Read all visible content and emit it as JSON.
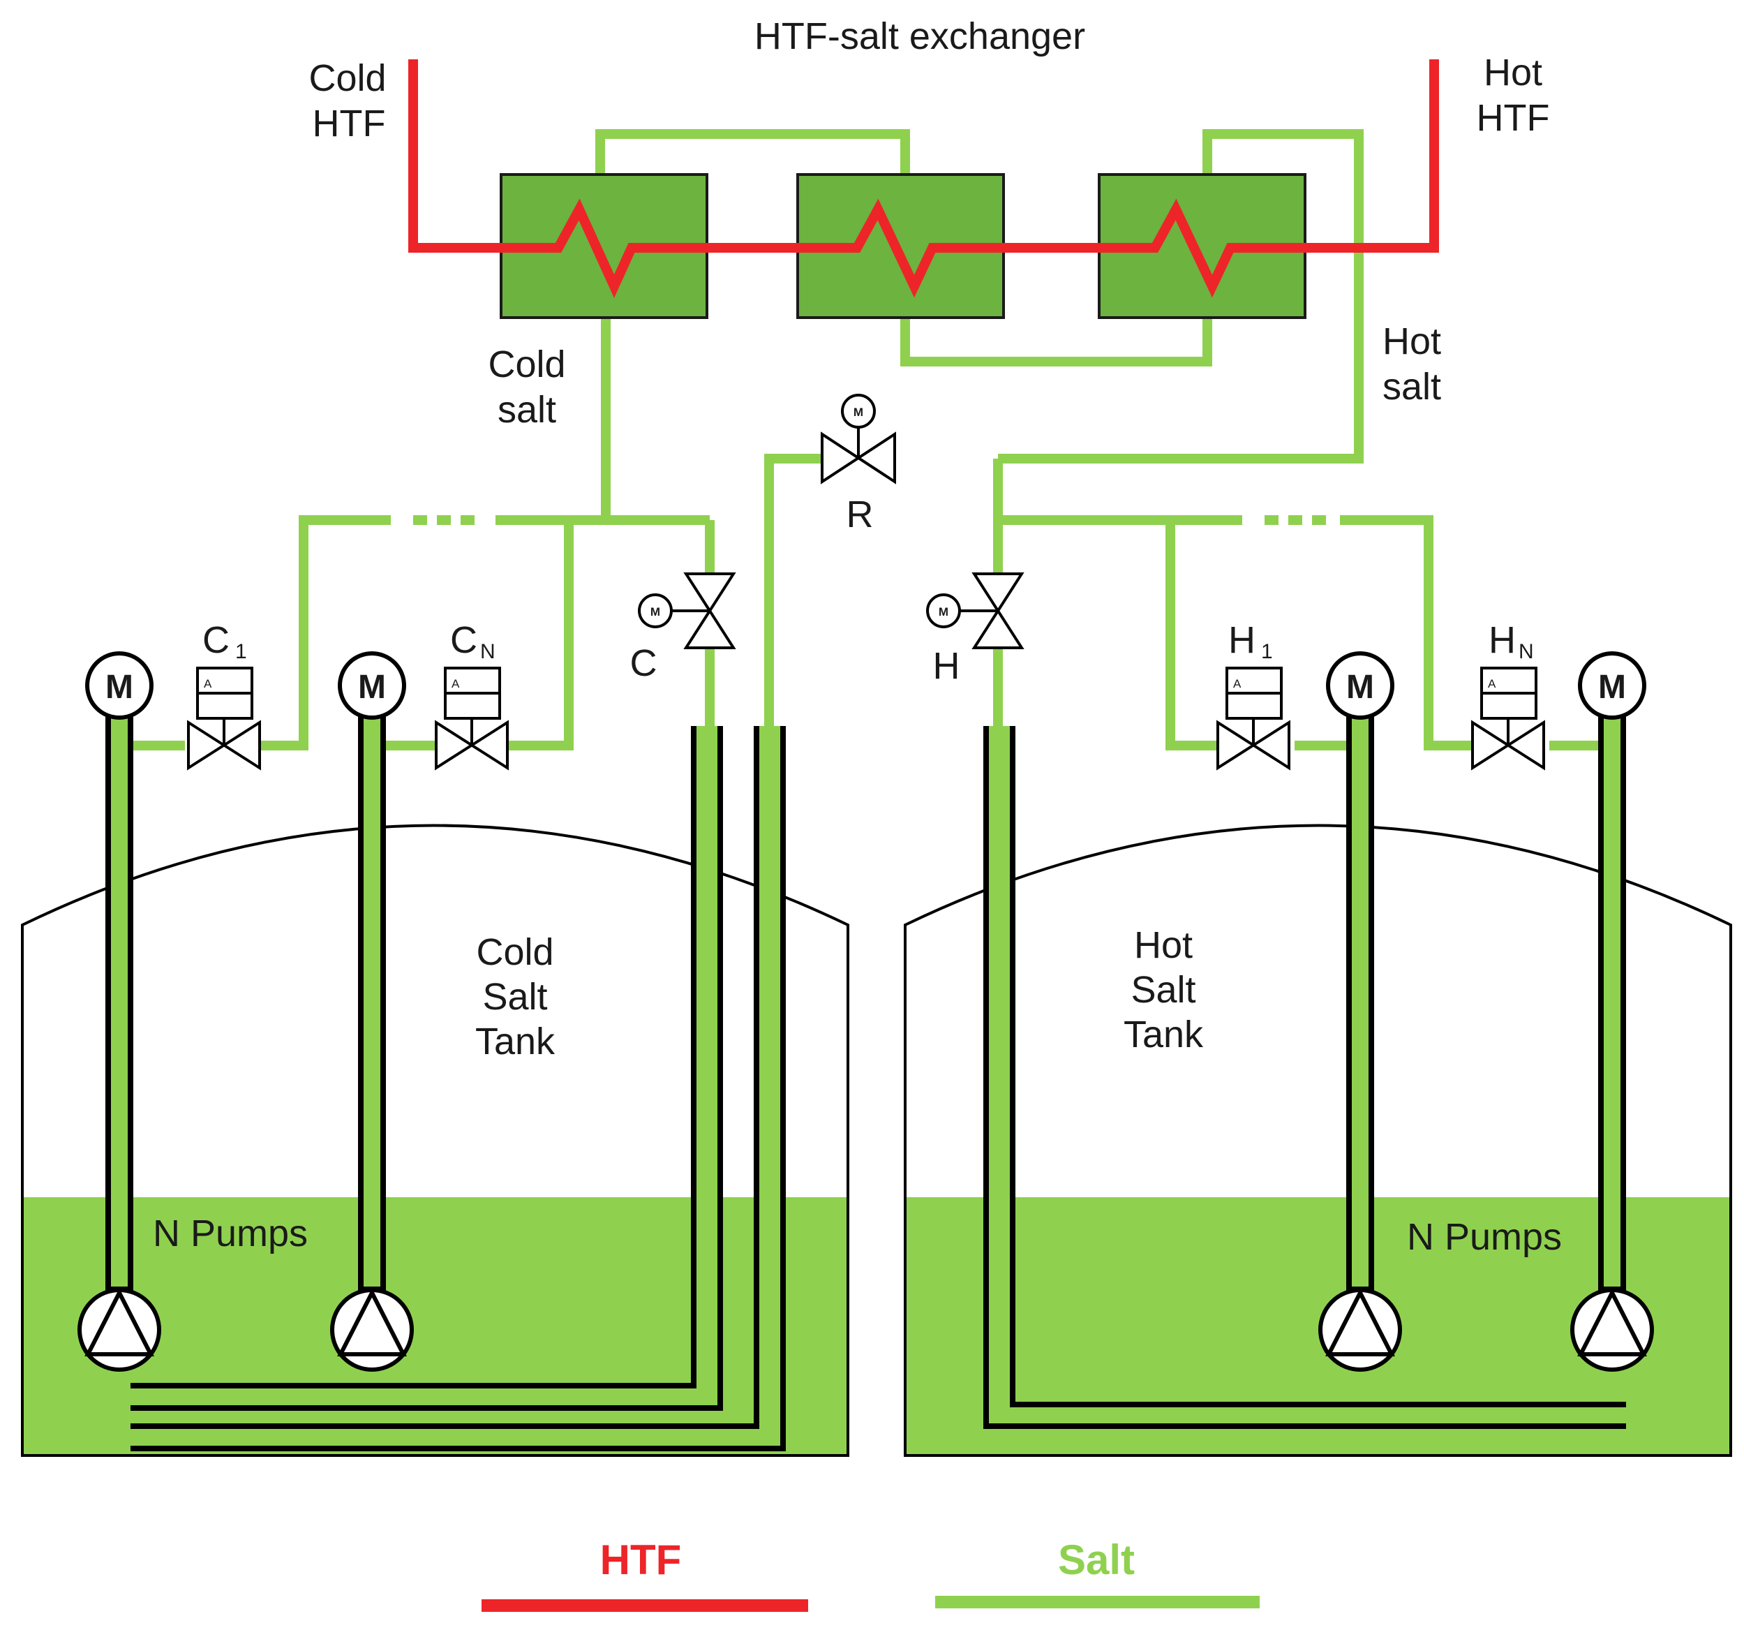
{
  "title": "HTF-salt exchanger",
  "labels": {
    "cold_htf_1": "Cold",
    "cold_htf_2": "HTF",
    "hot_htf_1": "Hot",
    "hot_htf_2": "HTF",
    "cold_salt_1": "Cold",
    "cold_salt_2": "salt",
    "hot_salt_1": "Hot",
    "hot_salt_2": "salt",
    "valve_r": "R",
    "valve_c": "C",
    "valve_h": "H",
    "valve_c1_main": "C",
    "valve_c1_sub": "1",
    "valve_cn_main": "C",
    "valve_cn_sub": "N",
    "valve_h1_main": "H",
    "valve_h1_sub": "1",
    "valve_hn_main": "H",
    "valve_hn_sub": "N",
    "actuator_tag": "A",
    "motor": "M"
  },
  "tanks": {
    "cold": {
      "line1": "Cold",
      "line2": "Salt",
      "line3": "Tank",
      "pumps": "N Pumps"
    },
    "hot": {
      "line1": "Hot",
      "line2": "Salt",
      "line3": "Tank",
      "pumps": "N Pumps"
    }
  },
  "legend": {
    "htf": "HTF",
    "salt": "Salt"
  },
  "colors": {
    "htf": "#ed2529",
    "salt": "#8fd14f",
    "exchanger_fill": "#6cb33f"
  }
}
